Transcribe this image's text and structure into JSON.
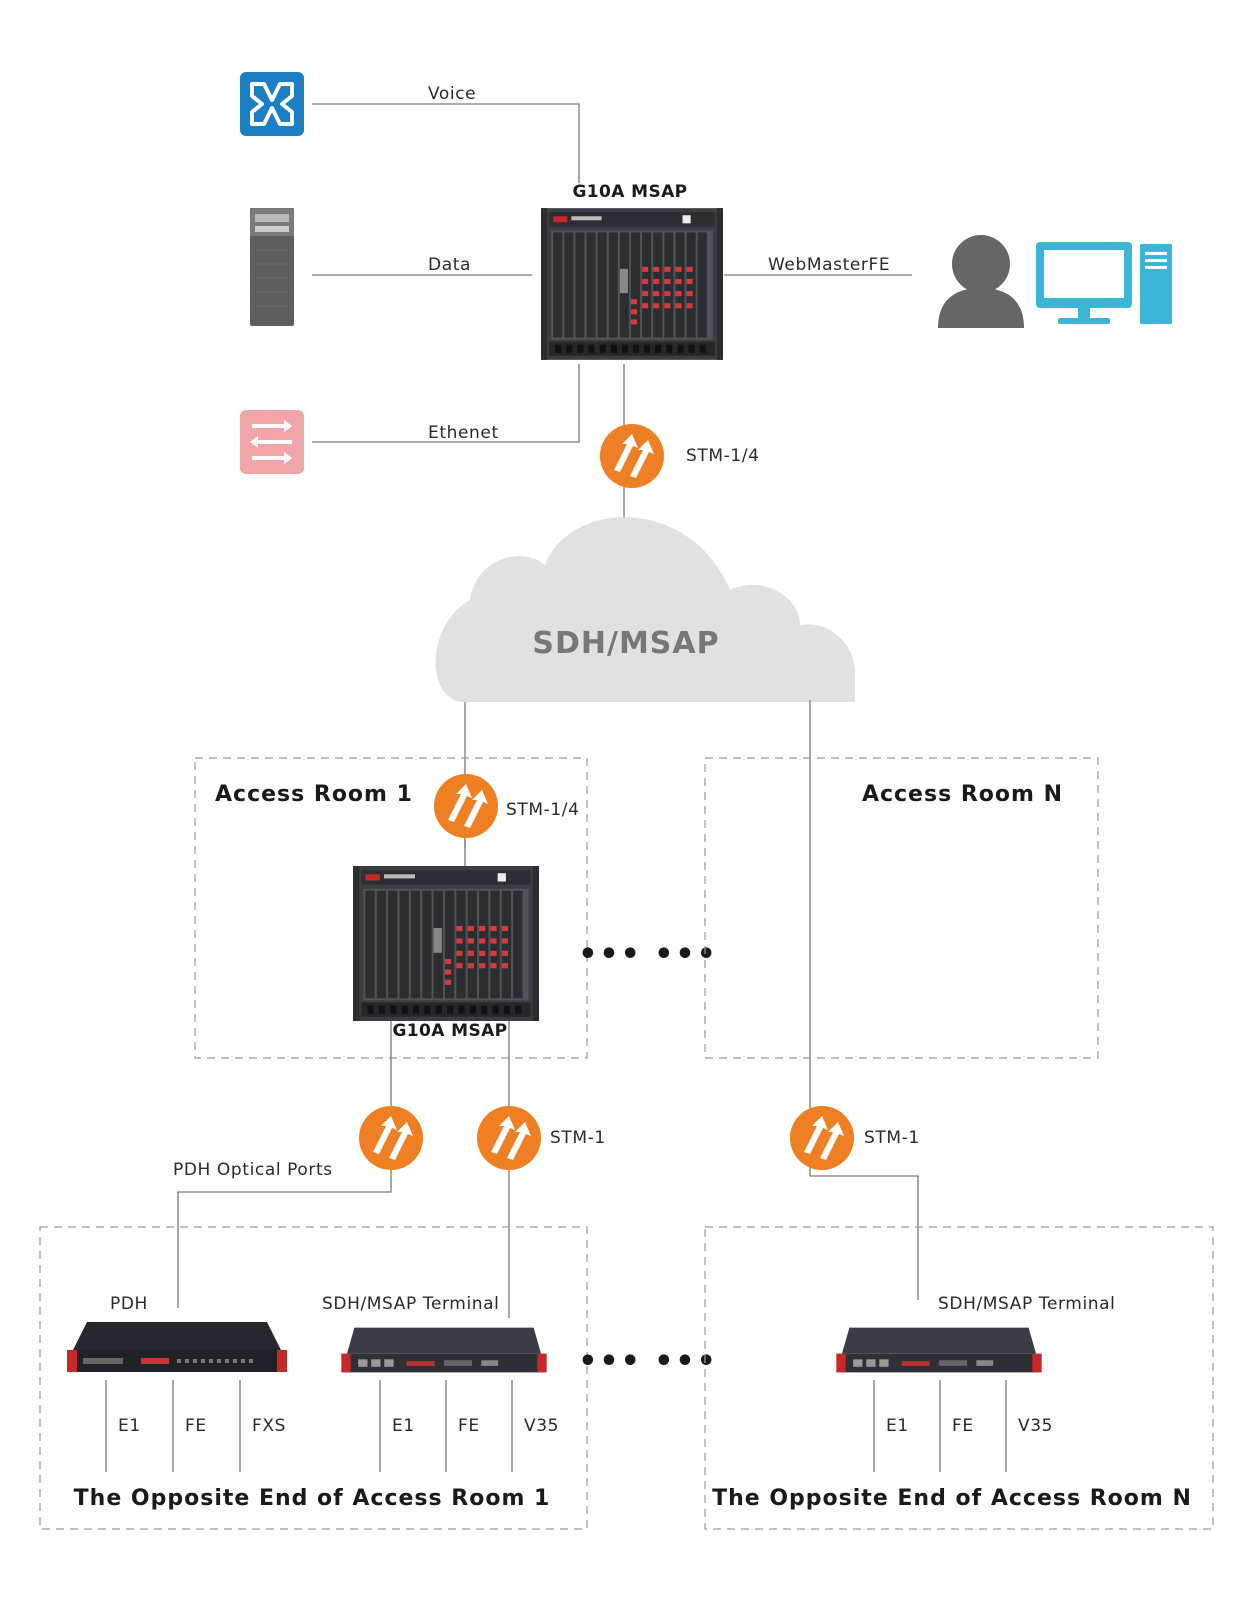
{
  "top": {
    "voice_label": "Voice",
    "data_label": "Data",
    "ethernet_label": "Ethenet",
    "webmaster_label": "WebMasterFE",
    "msap_title": "G10A MSAP",
    "stm_label": "STM-1/4"
  },
  "cloud": {
    "label": "SDH/MSAP"
  },
  "access_room_1": {
    "title": "Access Room 1",
    "stm_label": "STM-1/4",
    "msap_title": "G10A MSAP"
  },
  "access_room_n": {
    "title": "Access Room N"
  },
  "links": {
    "pdh_optical_label": "PDH Optical Ports",
    "stm1_label_room1": "STM-1",
    "stm1_label_roomN": "STM-1"
  },
  "ellipsis_mid": "••• •••",
  "ellipsis_bottom": "••• •••",
  "opposite_end_1": {
    "title": "The Opposite End of Access Room 1",
    "pdh": {
      "label": "PDH",
      "ports": [
        "E1",
        "FE",
        "FXS"
      ]
    },
    "terminal": {
      "label": "SDH/MSAP Terminal",
      "ports": [
        "E1",
        "FE",
        "V35"
      ]
    }
  },
  "opposite_end_n": {
    "title": "The Opposite End of Access Room N",
    "terminal": {
      "label": "SDH/MSAP Terminal",
      "ports": [
        "E1",
        "FE",
        "V35"
      ]
    }
  },
  "colors": {
    "switch_blue": "#1b7fc4",
    "router_orange": "#ee7f22",
    "ethernet_pink": "#f0a6a8",
    "monitor_cyan": "#3bb6d6",
    "user_gray": "#666666",
    "cloud_gray": "#e1e1e1"
  },
  "icons": [
    "voice-switch-icon",
    "server-icon",
    "ethernet-switch-icon",
    "user-icon",
    "computer-icon",
    "router-icon",
    "cloud-icon"
  ]
}
